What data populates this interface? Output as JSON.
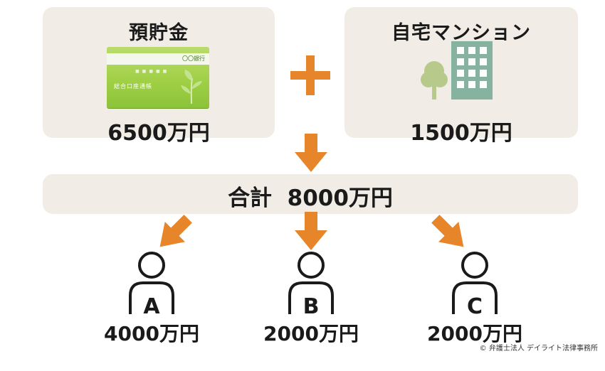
{
  "assets": [
    {
      "title": "預貯金",
      "value": "6500万円"
    },
    {
      "title": "自宅マンション",
      "value": "1500万円"
    }
  ],
  "bankbook": {
    "bank_name": "〇〇銀行",
    "label": "総合口座通帳",
    "color": "#9ecf43"
  },
  "building": {
    "tree_color": "#b8c98c",
    "building_color": "#86b39f"
  },
  "operator": {
    "symbol": "+",
    "color": "#e6852a"
  },
  "total": {
    "label": "合計",
    "value": "8000万円"
  },
  "arrow_color": "#e6852a",
  "heirs": [
    {
      "letter": "A",
      "amount": "4000万円"
    },
    {
      "letter": "B",
      "amount": "2000万円"
    },
    {
      "letter": "C",
      "amount": "2000万円"
    }
  ],
  "copyright": "© 弁護士法人 デイライト法律事務所"
}
